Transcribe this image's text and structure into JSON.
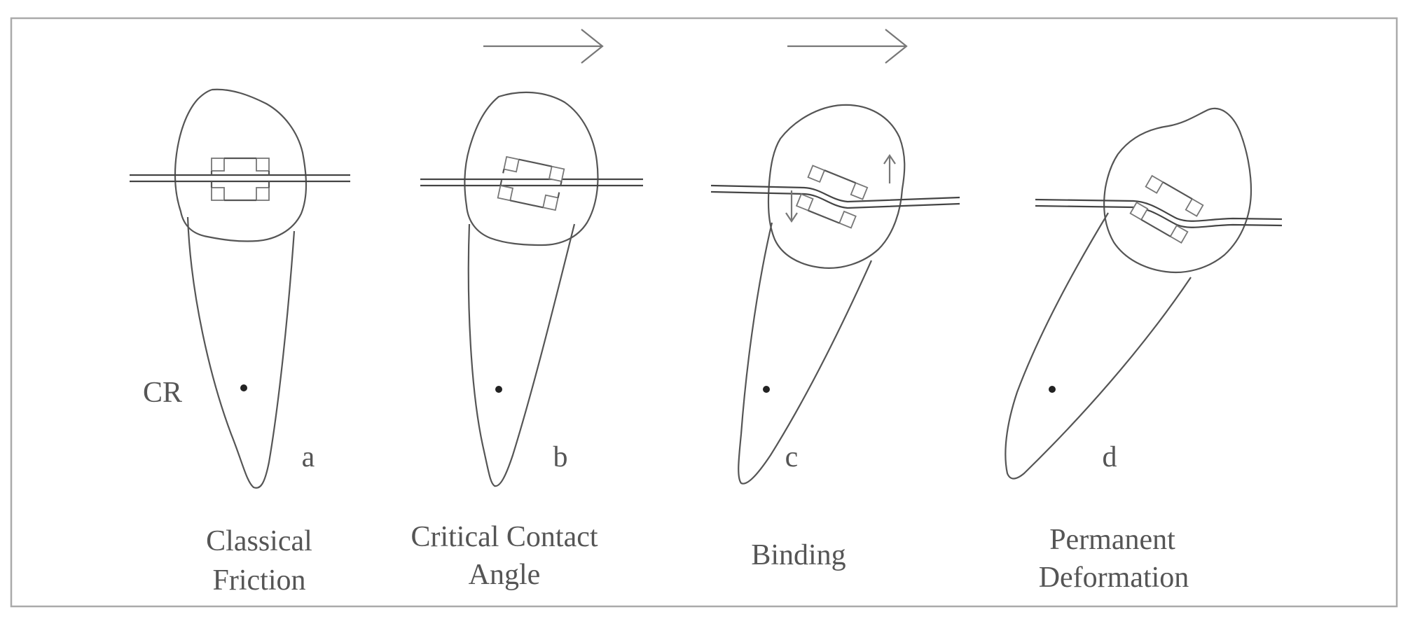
{
  "figure": {
    "cr_label": "CR",
    "panels": [
      {
        "letter": "a",
        "caption": [
          "Classical",
          "Friction"
        ]
      },
      {
        "letter": "b",
        "caption": [
          "Critical Contact",
          "Angle"
        ]
      },
      {
        "letter": "c",
        "caption": [
          "Binding"
        ]
      },
      {
        "letter": "d",
        "caption": [
          "Permanent",
          "Deformation"
        ]
      }
    ]
  }
}
